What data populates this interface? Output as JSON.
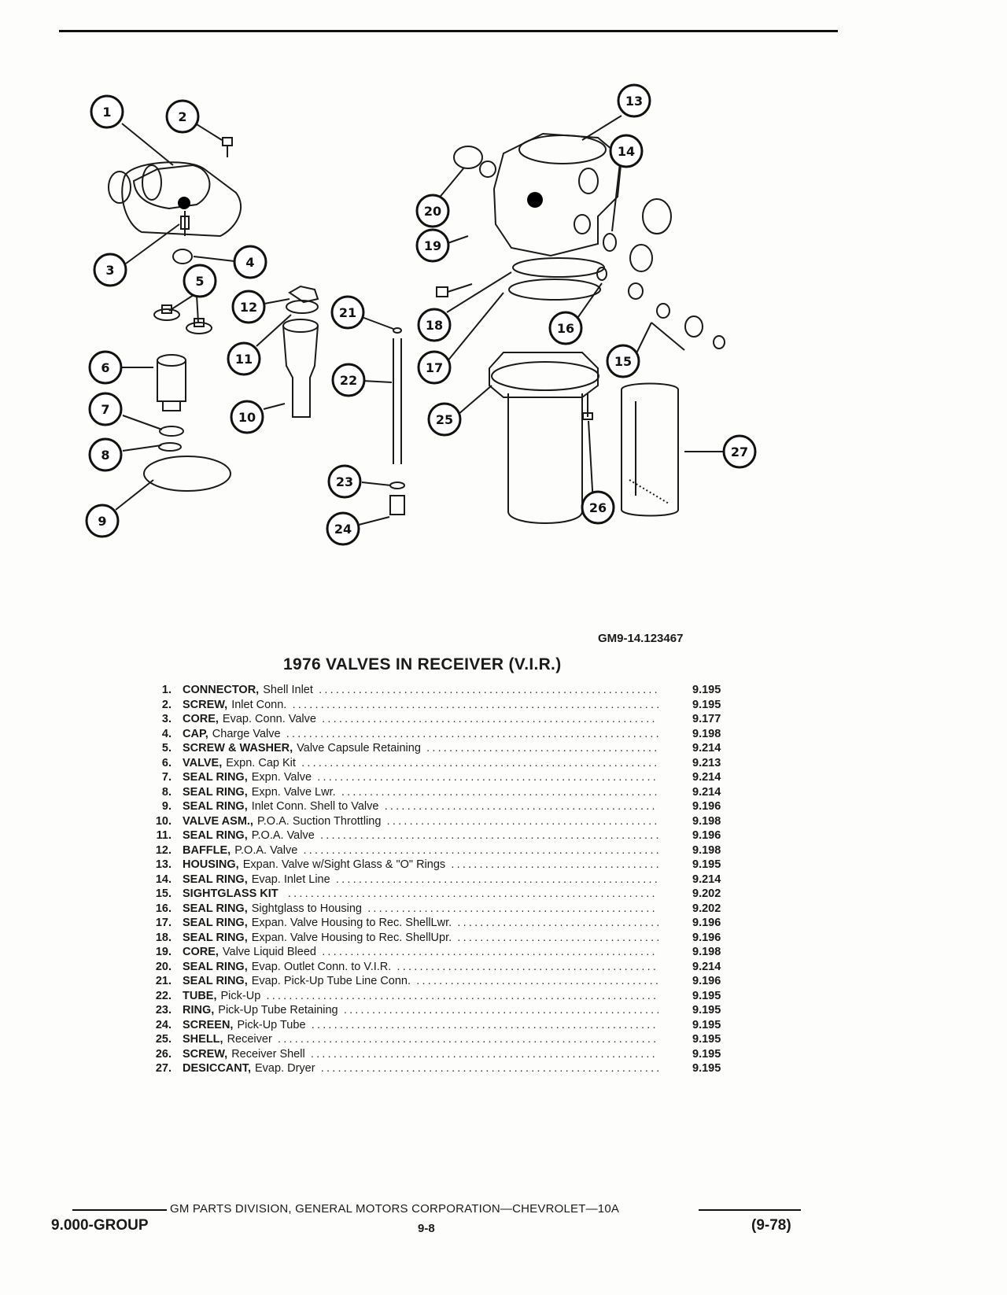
{
  "figure_id": "GM9-14.123467",
  "title": "1976 VALVES IN RECEIVER (V.I.R.)",
  "callouts": [
    "1",
    "2",
    "3",
    "4",
    "5",
    "6",
    "7",
    "8",
    "9",
    "10",
    "11",
    "12",
    "13",
    "14",
    "15",
    "16",
    "17",
    "18",
    "19",
    "20",
    "21",
    "22",
    "23",
    "24",
    "25",
    "26",
    "27"
  ],
  "parts": [
    {
      "num": "1.",
      "name": "CONNECTOR,",
      "desc": "Shell Inlet",
      "ref": "9.195"
    },
    {
      "num": "2.",
      "name": "SCREW,",
      "desc": "Inlet Conn.",
      "ref": "9.195"
    },
    {
      "num": "3.",
      "name": "CORE,",
      "desc": "Evap. Conn. Valve",
      "ref": "9.177"
    },
    {
      "num": "4.",
      "name": "CAP,",
      "desc": "Charge Valve",
      "ref": "9.198"
    },
    {
      "num": "5.",
      "name": "SCREW & WASHER,",
      "desc": "Valve Capsule Retaining",
      "ref": "9.214"
    },
    {
      "num": "6.",
      "name": "VALVE,",
      "desc": "Expn. Cap Kit",
      "ref": "9.213"
    },
    {
      "num": "7.",
      "name": "SEAL RING,",
      "desc": "Expn. Valve",
      "ref": "9.214"
    },
    {
      "num": "8.",
      "name": "SEAL RING,",
      "desc": "Expn. Valve Lwr.",
      "ref": "9.214"
    },
    {
      "num": "9.",
      "name": "SEAL RING,",
      "desc": "Inlet Conn. Shell to Valve",
      "ref": "9.196"
    },
    {
      "num": "10.",
      "name": "VALVE ASM.,",
      "desc": "P.O.A. Suction Throttling",
      "ref": "9.198"
    },
    {
      "num": "11.",
      "name": "SEAL RING,",
      "desc": "P.O.A. Valve",
      "ref": "9.196"
    },
    {
      "num": "12.",
      "name": "BAFFLE,",
      "desc": "P.O.A. Valve",
      "ref": "9.198"
    },
    {
      "num": "13.",
      "name": "HOUSING,",
      "desc": "Expan. Valve w/Sight Glass & \"O\" Rings",
      "ref": "9.195"
    },
    {
      "num": "14.",
      "name": "SEAL RING,",
      "desc": "Evap. Inlet Line",
      "ref": "9.214"
    },
    {
      "num": "15.",
      "name": "SIGHTGLASS KIT",
      "desc": "",
      "ref": "9.202"
    },
    {
      "num": "16.",
      "name": "SEAL RING,",
      "desc": "Sightglass to Housing",
      "ref": "9.202"
    },
    {
      "num": "17.",
      "name": "SEAL RING,",
      "desc": "Expan. Valve Housing to Rec. ShellLwr.",
      "ref": "9.196"
    },
    {
      "num": "18.",
      "name": "SEAL RING,",
      "desc": "Expan. Valve Housing to Rec. ShellUpr.",
      "ref": "9.196"
    },
    {
      "num": "19.",
      "name": "CORE,",
      "desc": "Valve Liquid Bleed",
      "ref": "9.198"
    },
    {
      "num": "20.",
      "name": "SEAL RING,",
      "desc": "Evap. Outlet Conn. to V.I.R.",
      "ref": "9.214"
    },
    {
      "num": "21.",
      "name": "SEAL RING,",
      "desc": "Evap. Pick-Up Tube Line Conn.",
      "ref": "9.196"
    },
    {
      "num": "22.",
      "name": "TUBE,",
      "desc": "Pick-Up",
      "ref": "9.195"
    },
    {
      "num": "23.",
      "name": "RING,",
      "desc": "Pick-Up Tube Retaining",
      "ref": "9.195"
    },
    {
      "num": "24.",
      "name": "SCREEN,",
      "desc": "Pick-Up Tube",
      "ref": "9.195"
    },
    {
      "num": "25.",
      "name": "SHELL,",
      "desc": "Receiver",
      "ref": "9.195"
    },
    {
      "num": "26.",
      "name": "SCREW,",
      "desc": "Receiver Shell",
      "ref": "9.195"
    },
    {
      "num": "27.",
      "name": "DESICCANT,",
      "desc": "Evap. Dryer",
      "ref": "9.195"
    }
  ],
  "footer": {
    "division": "GM PARTS DIVISION, GENERAL MOTORS CORPORATION—CHEVROLET—10A",
    "group": "9.000-GROUP",
    "page": "9-8",
    "date": "(9-78)"
  }
}
